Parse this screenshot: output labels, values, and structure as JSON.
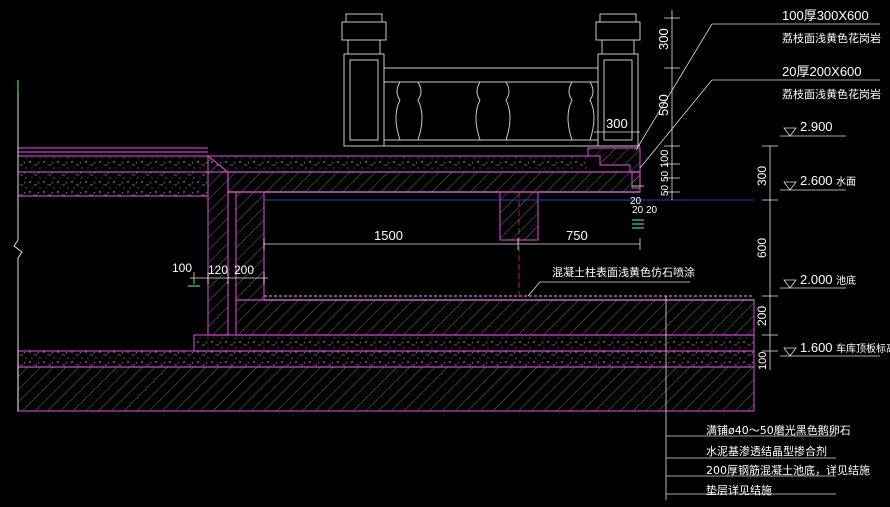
{
  "colors": {
    "background": "#000000",
    "structure": "#c040c0",
    "structure_light": "#d070d0",
    "dim_line": "#e0e0e0",
    "text": "#ffffff",
    "pillar": "#c8c8c8",
    "water_line": "#3040c0",
    "marker": "#60ff60",
    "hatch_fill": "#666666"
  },
  "callouts": {
    "stone_top_size": "100厚300X600",
    "stone_top_desc": "荔枝面浅黄色花岗岩",
    "stone_side_size": "20厚200X600",
    "stone_side_desc": "荔枝面浅黄色花岗岩",
    "coating_note": "混凝土柱表面浅黄色仿石喷涂"
  },
  "elevations": {
    "top": "2.900",
    "water": "2.600",
    "water_label": "水面",
    "pool_floor": "2.000",
    "pool_floor_label": "池底",
    "roof_slab": "1.600",
    "roof_slab_label": "车库顶板标高"
  },
  "dims": {
    "rail_300": "300",
    "rail_500": "500",
    "cap_100": "100",
    "cap_50a": "50",
    "cap_50b": "50",
    "lower_300": "300",
    "lower_600": "600",
    "lower_200": "200",
    "lower_100": "100",
    "post_300": "300",
    "pool_1500": "1500",
    "pool_750": "750",
    "wall_100": "100",
    "wall_120": "120",
    "wall_200": "200",
    "edge_20a": "20",
    "edge_20b": "20",
    "edge_20c": "20"
  },
  "layers": [
    "满铺ø40～50磨光黑色鹅卵石",
    "水泥基渗透结晶型掺合剂",
    "200厚钢筋混凝土池底，详见结施",
    "垫层详见结施"
  ]
}
